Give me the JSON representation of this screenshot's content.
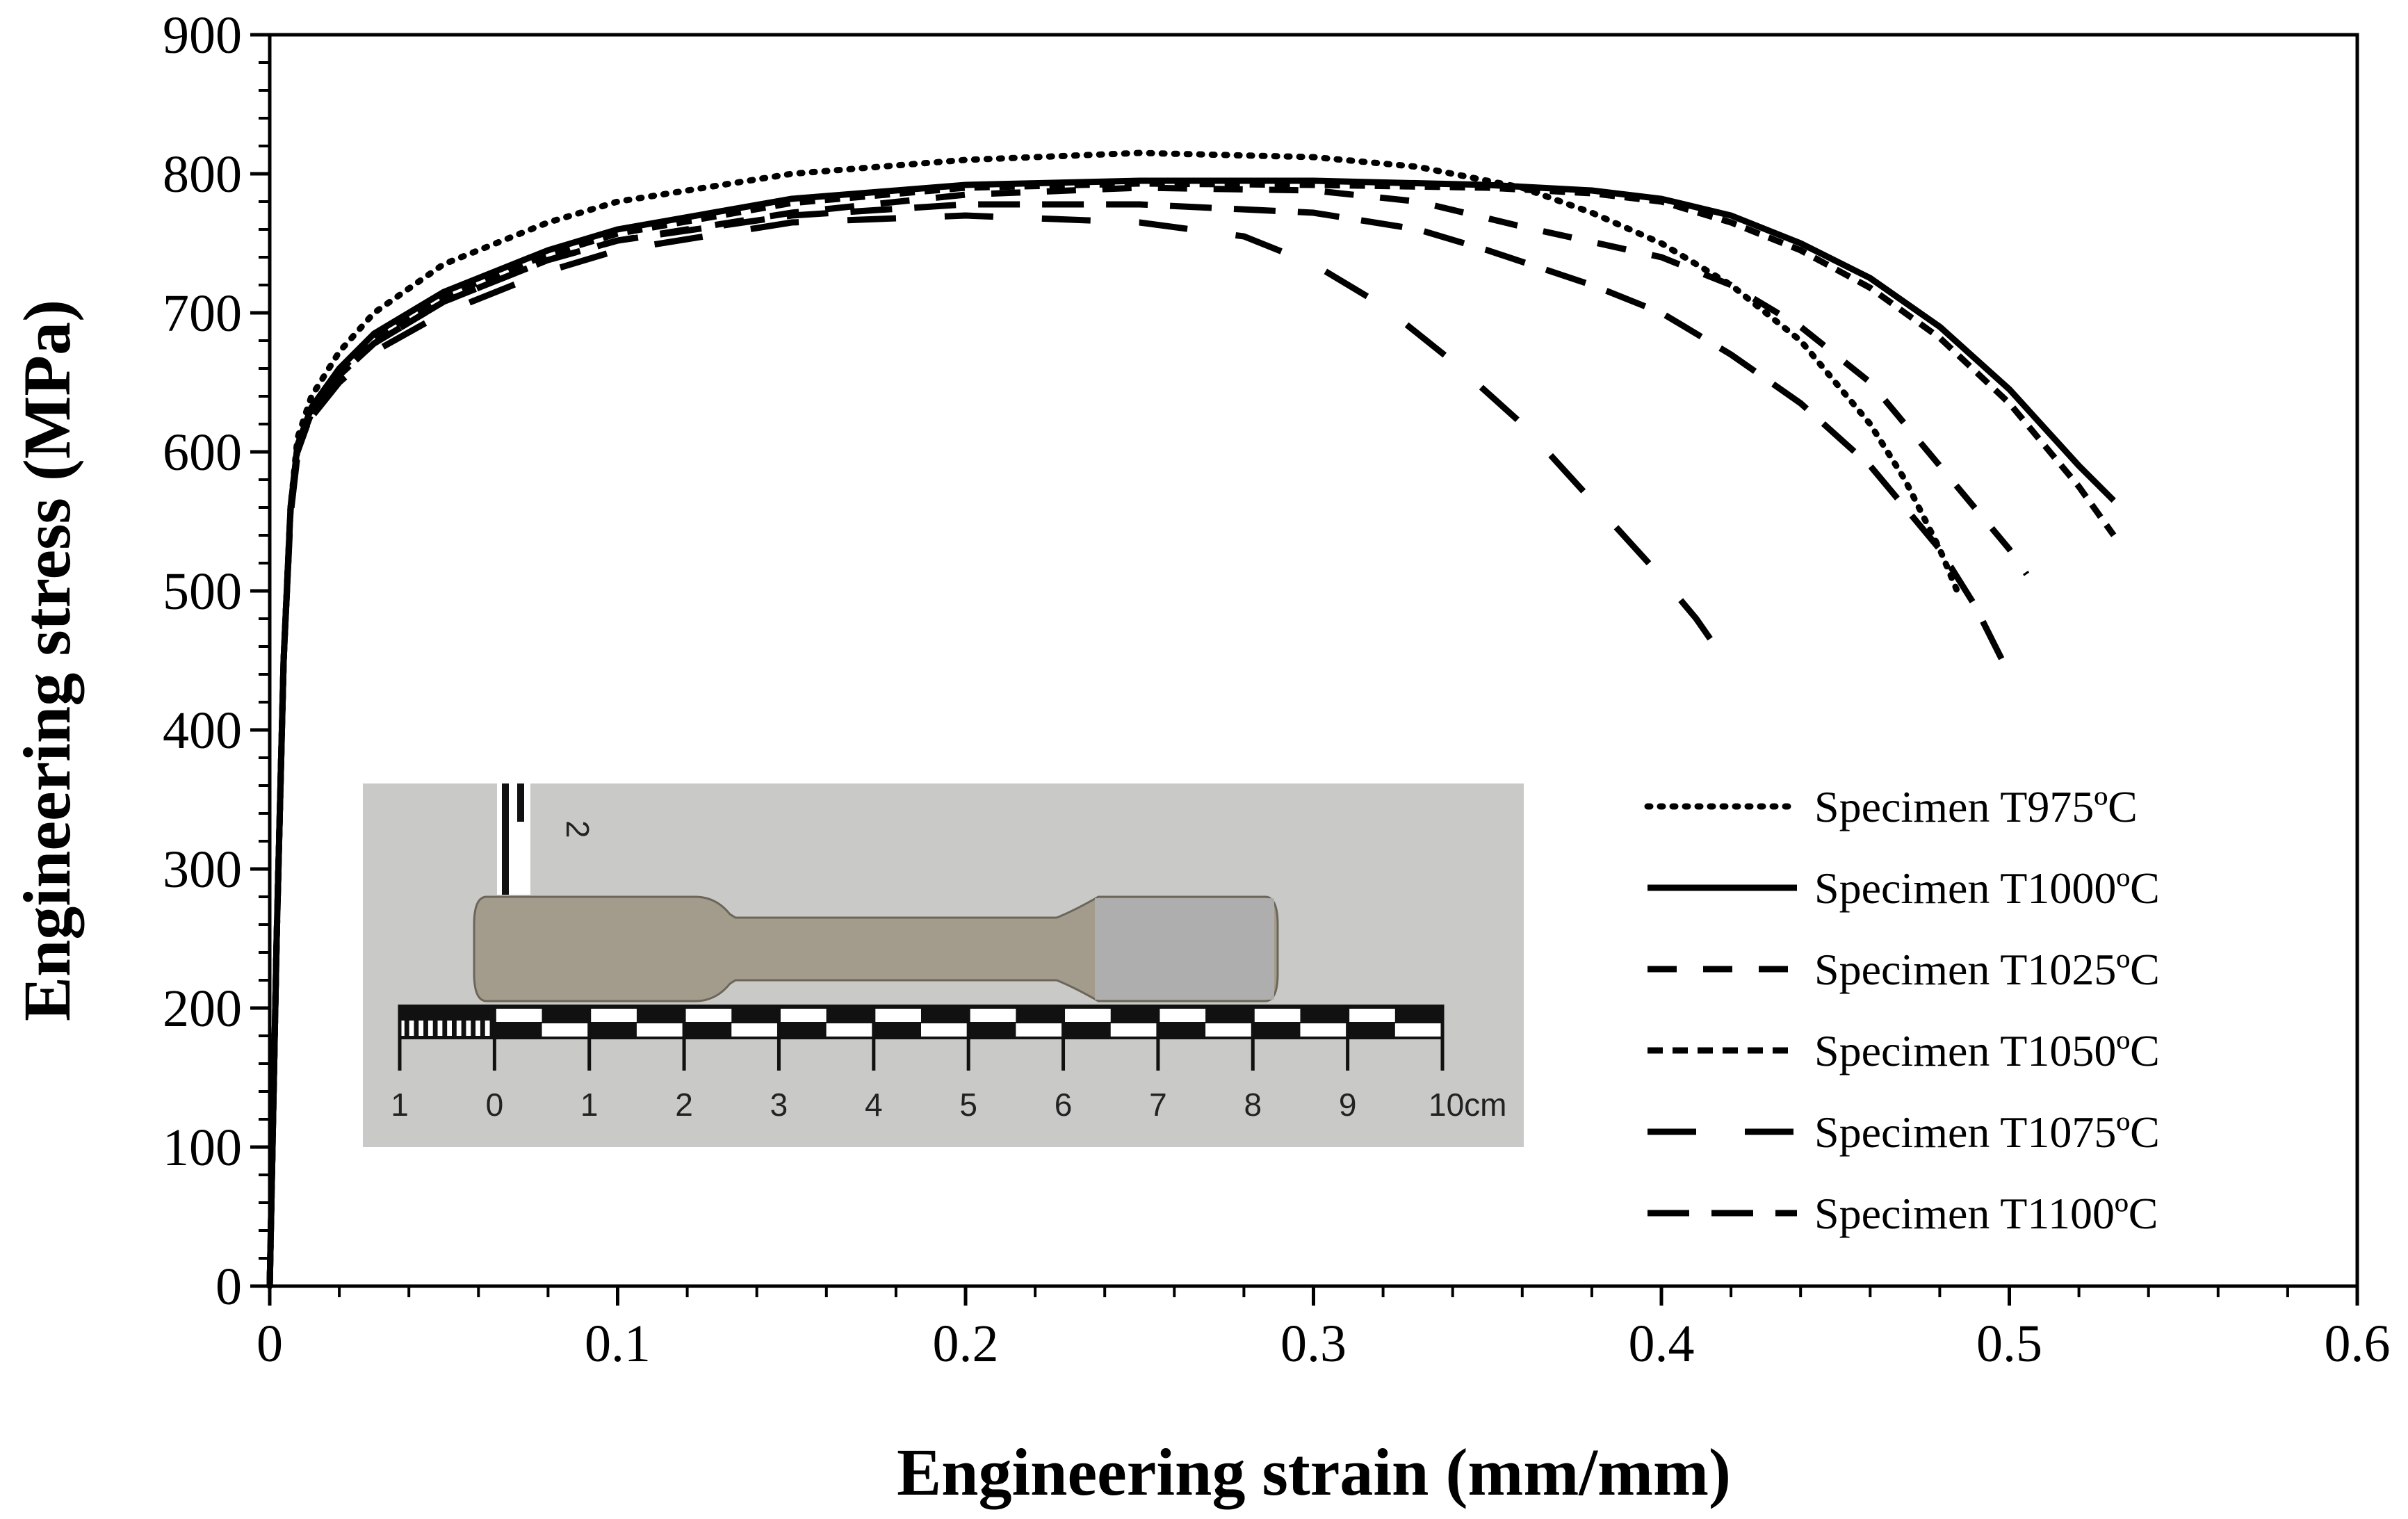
{
  "chart_data": {
    "type": "line",
    "xlabel": "Engineering strain (mm/mm)",
    "ylabel": "Engineering stress (MPa)",
    "xlim": [
      0,
      0.6
    ],
    "ylim": [
      0,
      900
    ],
    "x_ticks": [
      0,
      0.1,
      0.2,
      0.3,
      0.4,
      0.5,
      0.6
    ],
    "x_tick_labels": [
      "0",
      "0.1",
      "0.2",
      "0.3",
      "0.4",
      "0.5",
      "0.6"
    ],
    "y_ticks": [
      0,
      100,
      200,
      300,
      400,
      500,
      600,
      700,
      800,
      900
    ],
    "y_tick_labels": [
      "0",
      "100",
      "200",
      "300",
      "400",
      "500",
      "600",
      "700",
      "800",
      "900"
    ],
    "grid": false,
    "legend_position": "bottom-right",
    "series": [
      {
        "name": "Specimen T975ºC",
        "line_style": "dotted",
        "x": [
          0,
          0.002,
          0.004,
          0.006,
          0.008,
          0.012,
          0.02,
          0.03,
          0.05,
          0.08,
          0.1,
          0.15,
          0.2,
          0.25,
          0.3,
          0.33,
          0.36,
          0.38,
          0.4,
          0.42,
          0.44,
          0.46,
          0.47,
          0.48,
          0.485
        ],
        "y": [
          0,
          250,
          450,
          560,
          610,
          640,
          672,
          700,
          735,
          765,
          780,
          800,
          810,
          815,
          812,
          805,
          790,
          772,
          750,
          720,
          680,
          620,
          580,
          530,
          500
        ]
      },
      {
        "name": "Specimen T1000ºC",
        "line_style": "solid",
        "x": [
          0,
          0.002,
          0.004,
          0.006,
          0.008,
          0.012,
          0.02,
          0.03,
          0.05,
          0.08,
          0.1,
          0.15,
          0.2,
          0.25,
          0.3,
          0.35,
          0.38,
          0.4,
          0.42,
          0.44,
          0.46,
          0.48,
          0.5,
          0.52,
          0.53
        ],
        "y": [
          0,
          250,
          450,
          560,
          605,
          632,
          660,
          685,
          715,
          745,
          760,
          782,
          792,
          795,
          795,
          792,
          788,
          782,
          770,
          750,
          725,
          690,
          645,
          590,
          565
        ]
      },
      {
        "name": "Specimen T1025ºC",
        "line_style": "dashed",
        "x": [
          0,
          0.002,
          0.004,
          0.006,
          0.008,
          0.012,
          0.02,
          0.03,
          0.05,
          0.08,
          0.1,
          0.15,
          0.2,
          0.25,
          0.3,
          0.33,
          0.36,
          0.4,
          0.42,
          0.44,
          0.46,
          0.48,
          0.5,
          0.505
        ],
        "y": [
          0,
          250,
          450,
          555,
          600,
          628,
          655,
          678,
          708,
          738,
          752,
          772,
          785,
          790,
          788,
          780,
          762,
          740,
          720,
          690,
          650,
          590,
          530,
          512
        ]
      },
      {
        "name": "Specimen T1050ºC",
        "line_style": "short-dashed",
        "x": [
          0,
          0.002,
          0.004,
          0.006,
          0.008,
          0.012,
          0.02,
          0.03,
          0.05,
          0.08,
          0.1,
          0.15,
          0.2,
          0.25,
          0.3,
          0.35,
          0.38,
          0.4,
          0.42,
          0.44,
          0.46,
          0.48,
          0.5,
          0.52,
          0.53
        ],
        "y": [
          0,
          250,
          450,
          560,
          605,
          630,
          658,
          682,
          712,
          742,
          757,
          779,
          790,
          793,
          792,
          790,
          786,
          780,
          765,
          745,
          718,
          682,
          635,
          575,
          540
        ]
      },
      {
        "name": "Specimen T1075ºC",
        "line_style": "long-dashed",
        "x": [
          0,
          0.002,
          0.004,
          0.006,
          0.008,
          0.012,
          0.02,
          0.03,
          0.05,
          0.08,
          0.1,
          0.15,
          0.2,
          0.25,
          0.28,
          0.3,
          0.32,
          0.34,
          0.36,
          0.38,
          0.4,
          0.41,
          0.415
        ],
        "y": [
          0,
          250,
          450,
          555,
          598,
          625,
          650,
          672,
          700,
          730,
          745,
          765,
          770,
          765,
          755,
          735,
          705,
          665,
          620,
          565,
          510,
          480,
          462
        ]
      },
      {
        "name": "Specimen T1100ºC",
        "line_style": "long-dash",
        "x": [
          0,
          0.002,
          0.004,
          0.006,
          0.008,
          0.012,
          0.02,
          0.03,
          0.05,
          0.08,
          0.1,
          0.15,
          0.2,
          0.25,
          0.3,
          0.33,
          0.35,
          0.38,
          0.4,
          0.42,
          0.44,
          0.46,
          0.48,
          0.49,
          0.5
        ],
        "y": [
          0,
          250,
          450,
          558,
          602,
          628,
          655,
          678,
          708,
          738,
          752,
          770,
          778,
          778,
          772,
          760,
          745,
          720,
          700,
          670,
          635,
          590,
          530,
          490,
          440
        ]
      }
    ]
  },
  "inset_photo": {
    "ruler_labels": [
      "1",
      "0",
      "1",
      "2",
      "3",
      "4",
      "5",
      "6",
      "7",
      "8",
      "9",
      "10cm"
    ],
    "vertical_ruler_label": "2"
  }
}
